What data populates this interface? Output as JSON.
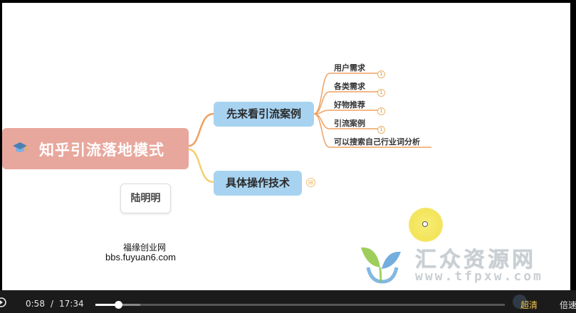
{
  "mindmap": {
    "root": {
      "label": "知乎引流落地模式",
      "icon": "graduation-cap-icon"
    },
    "branches": [
      {
        "label": "先来看引流案例",
        "children": [
          {
            "label": "用户需求",
            "note": "1"
          },
          {
            "label": "各类需求",
            "note": "1"
          },
          {
            "label": "好物推荐",
            "note": "1"
          },
          {
            "label": "引流案例",
            "note": "1"
          },
          {
            "label": "可以搜索自己行业词分析"
          }
        ]
      },
      {
        "label": "具体操作技术",
        "collapsed": true
      }
    ],
    "floating_note": "陆明明"
  },
  "watermark": {
    "site_name": "福缘创业网",
    "site_url": "bbs.fuyuan6.com"
  },
  "brand_overlay": {
    "name": "汇众资源网",
    "url": "www.tfpxw.com"
  },
  "player": {
    "current_time": "0:58",
    "separator": "/",
    "total_time": "17:34",
    "progress": 0.055,
    "buffered": 0.11,
    "quality_label": "超清",
    "speed_label": "倍速",
    "colors": {
      "accent": "#f2c44e",
      "bar": "#1b1b1b"
    }
  },
  "colors": {
    "root_fill": "#e8a79d",
    "branch_fill": "#a7d3f1",
    "connector_orange": "#f0a060",
    "connector_yellow": "#f5cf6e"
  }
}
